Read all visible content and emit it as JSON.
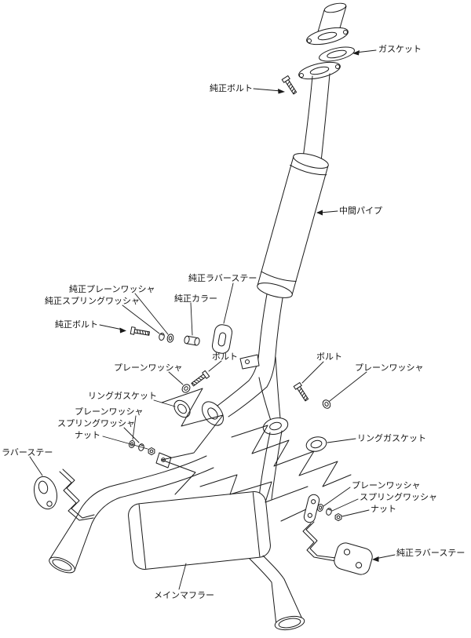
{
  "diagram": {
    "type": "exploded-parts-diagram",
    "subject": "exhaust-system",
    "colors": {
      "line": "#1a1a1a",
      "background": "#ffffff"
    },
    "labels": {
      "gasket_top": "ガスケット",
      "genuine_bolt_top": "純正ボルト",
      "mid_pipe": "中間パイプ",
      "genuine_rubber_stay_mid": "純正ラバーステー",
      "genuine_plain_washer": "純正プレーンワッシャ",
      "genuine_spring_washer": "純正スプリングワッシャ",
      "genuine_bolt_mid": "純正ボルト",
      "genuine_collar": "純正カラー",
      "plain_washer_left": "プレーンワッシャ",
      "bolt_left": "ボルト",
      "bolt_right": "ボルト",
      "plain_washer_right": "プレーンワッシャ",
      "ring_gasket_left": "リングガスケット",
      "ring_gasket_right": "リングガスケット",
      "plain_washer_bottom_left": "プレーンワッシャ",
      "spring_washer_bottom_left": "スプリングワッシャ",
      "nut_bottom_left": "ナット",
      "rubber_stay_left": "ラバーステー",
      "plain_washer_bottom_right": "プレーンワッシャ",
      "spring_washer_bottom_right": "スプリングワッシャ",
      "nut_bottom_right": "ナット",
      "genuine_rubber_stay_bottom": "純正ラバーステー",
      "main_muffler": "メインマフラー"
    }
  }
}
